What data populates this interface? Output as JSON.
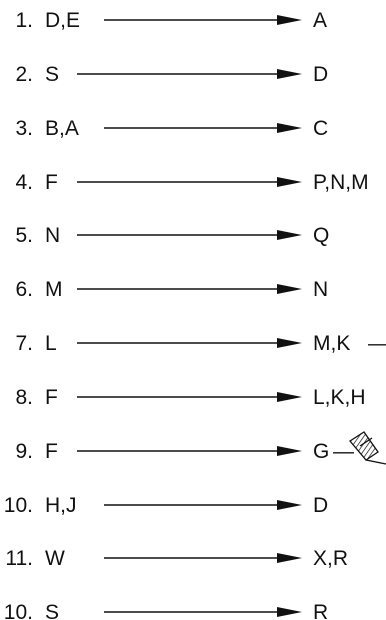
{
  "rules": [
    {
      "number": "1.",
      "left": "D,E",
      "right": "A"
    },
    {
      "number": "2.",
      "left": "S",
      "right": "D"
    },
    {
      "number": "3.",
      "left": "B,A",
      "right": "C"
    },
    {
      "number": "4.",
      "left": "F",
      "right": "P,N,M"
    },
    {
      "number": "5.",
      "left": "N",
      "right": "Q"
    },
    {
      "number": "6.",
      "left": "M",
      "right": "N"
    },
    {
      "number": "7.",
      "left": "L",
      "right": "M,K",
      "tail": "—"
    },
    {
      "number": "8.",
      "left": "F",
      "right": "L,K,H"
    },
    {
      "number": "9.",
      "left": "F",
      "right": "G",
      "tail": "—",
      "tail_icon": "hatched-brush-icon"
    },
    {
      "number": "10.",
      "left": "H,J",
      "right": "D"
    },
    {
      "number": "11.",
      "left": "W",
      "right": "X,R"
    },
    {
      "number": "10.",
      "left": "S",
      "right": "R"
    }
  ],
  "colors": {
    "text": "#111111",
    "arrow": "#111111",
    "background": "#ffffff"
  }
}
